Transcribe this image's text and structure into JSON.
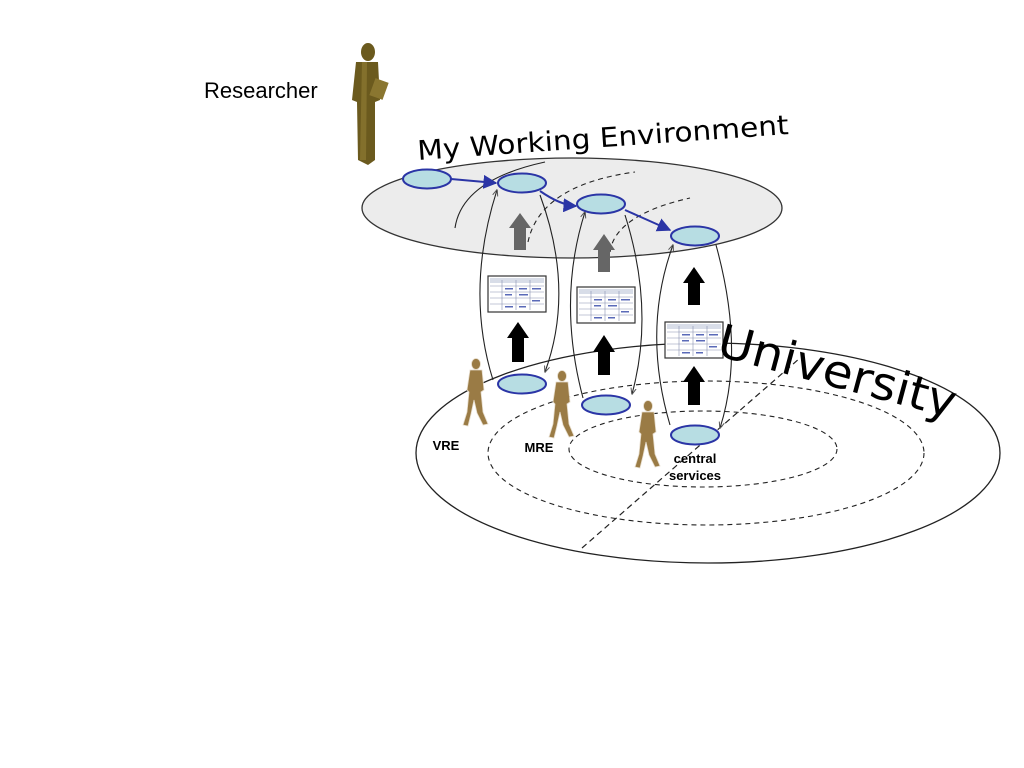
{
  "researcher": {
    "label": "Researcher"
  },
  "working_environment": {
    "title": "My Working Environment"
  },
  "university": {
    "title": "University"
  },
  "rings": {
    "vre": "VRE",
    "mre": "MRE",
    "central_line1": "central",
    "central_line2": "services"
  },
  "colors": {
    "node_fill": "#b7dde3",
    "node_stroke": "#2b35a6",
    "figure_brown": "#9a7b45",
    "researcher_olive": "#6b5a1e",
    "plane_fill": "#ececec"
  },
  "icons": [
    "person-icon",
    "up-arrow-icon",
    "document-table-icon"
  ]
}
